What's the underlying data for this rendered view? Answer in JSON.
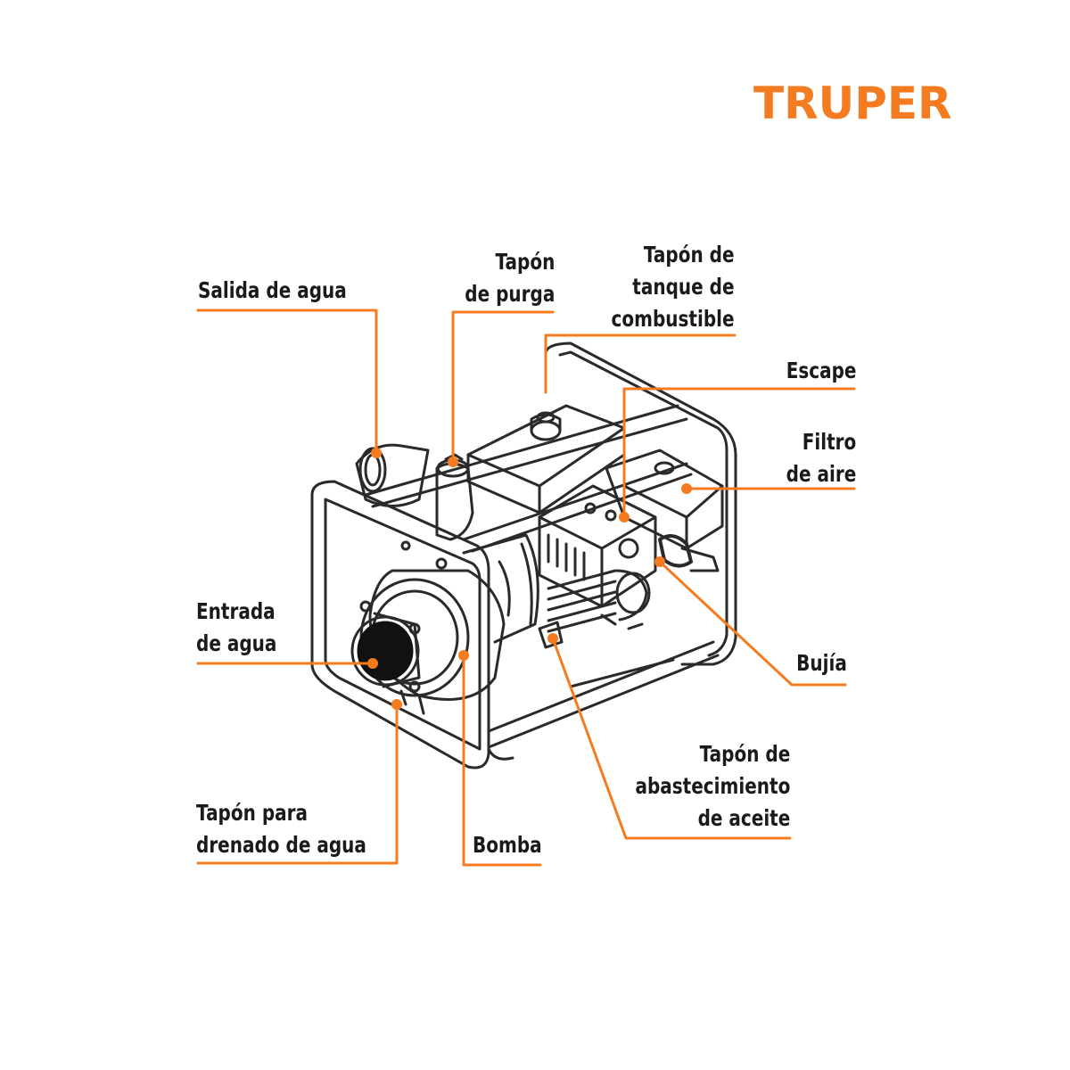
{
  "brand": {
    "name": "TRUPER",
    "color": "#f47b20"
  },
  "colors": {
    "leader": "#f47b20",
    "line_art": "#2a2a2a",
    "text": "#1a1a1a"
  },
  "labels": {
    "salida_de_agua": {
      "lines": [
        "Salida de agua"
      ]
    },
    "tapon_de_purga": {
      "lines": [
        "Tapón",
        "de purga"
      ]
    },
    "tapon_tanque": {
      "lines": [
        "Tapón de",
        "tanque de",
        "combustible"
      ]
    },
    "escape": {
      "lines": [
        "Escape"
      ]
    },
    "filtro_de_aire": {
      "lines": [
        "Filtro",
        "de aire"
      ]
    },
    "entrada_de_agua": {
      "lines": [
        "Entrada",
        "de agua"
      ]
    },
    "bujia": {
      "lines": [
        "Bujía"
      ]
    },
    "tapon_aceite": {
      "lines": [
        "Tapón de",
        "abastecimiento",
        "de aceite"
      ]
    },
    "tapon_drenado": {
      "lines": [
        "Tapón para",
        "drenado de agua"
      ]
    },
    "bomba": {
      "lines": [
        "Bomba"
      ]
    }
  }
}
